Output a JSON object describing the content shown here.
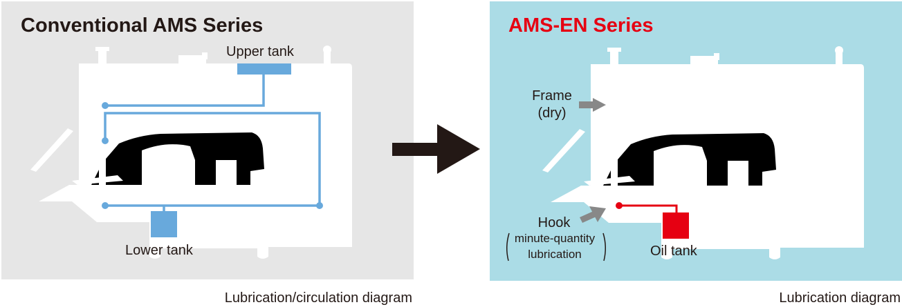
{
  "left_panel": {
    "title": "Conventional AMS Series",
    "upper_tank_label": "Upper tank",
    "lower_tank_label": "Lower tank",
    "caption": "Lubrication/circulation diagram"
  },
  "right_panel": {
    "title": "AMS-EN Series",
    "frame_label": "Frame",
    "frame_sub": "(dry)",
    "hook_label": "Hook",
    "hook_sub_1": "minute-quantity",
    "hook_sub_2": "lubrication",
    "oil_tank_label": "Oil tank",
    "caption": "Lubrication diagram"
  },
  "colors": {
    "left_bg": "#e6e6e6",
    "right_bg": "#abdce6",
    "circulation_blue": "#68a9dc",
    "oil_red": "#e60012",
    "arrow_gray": "#888888",
    "transition_arrow": "#231815"
  }
}
